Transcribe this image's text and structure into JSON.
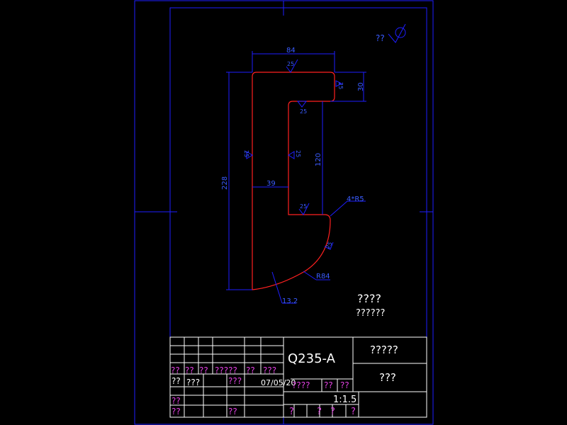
{
  "colors": {
    "background": "#000000",
    "frame": "#1e1eff",
    "outline": "#ff2020",
    "dimension": "#3a5cff",
    "title_text": "#ffffff",
    "title_label": "#e040e0"
  },
  "dimensions": {
    "top_width": "84",
    "right_height": "30",
    "total_height": "228",
    "inner_width": "39",
    "inner_height": "120",
    "corner_radius": "4*R5",
    "arc_radius": "R84",
    "end_length": "13.2"
  },
  "roughness": {
    "top": "25",
    "right_notch": "25",
    "inner_top": "25",
    "left_outer": "25",
    "inner_left": "25",
    "inner_bottom": "25",
    "arc": "25",
    "corner_note": "?? "
  },
  "notes": {
    "line1": "????",
    "line2": "??????"
  },
  "title_block": {
    "material": "Q235-A",
    "part_name": "?????",
    "drawing_no": "???",
    "scale": "1:1.5",
    "date": "07/05/20",
    "row1_labels": [
      "??",
      "??",
      "??",
      "?????",
      "??",
      "???"
    ],
    "row2_labels": [
      "??",
      "???",
      "???"
    ],
    "row2_right_labels": [
      "????",
      "??",
      "??"
    ],
    "row3_labels": [
      "??"
    ],
    "row4_labels": [
      "??",
      "??"
    ],
    "bottom_marks": [
      "?",
      "?",
      "?",
      "?"
    ]
  }
}
